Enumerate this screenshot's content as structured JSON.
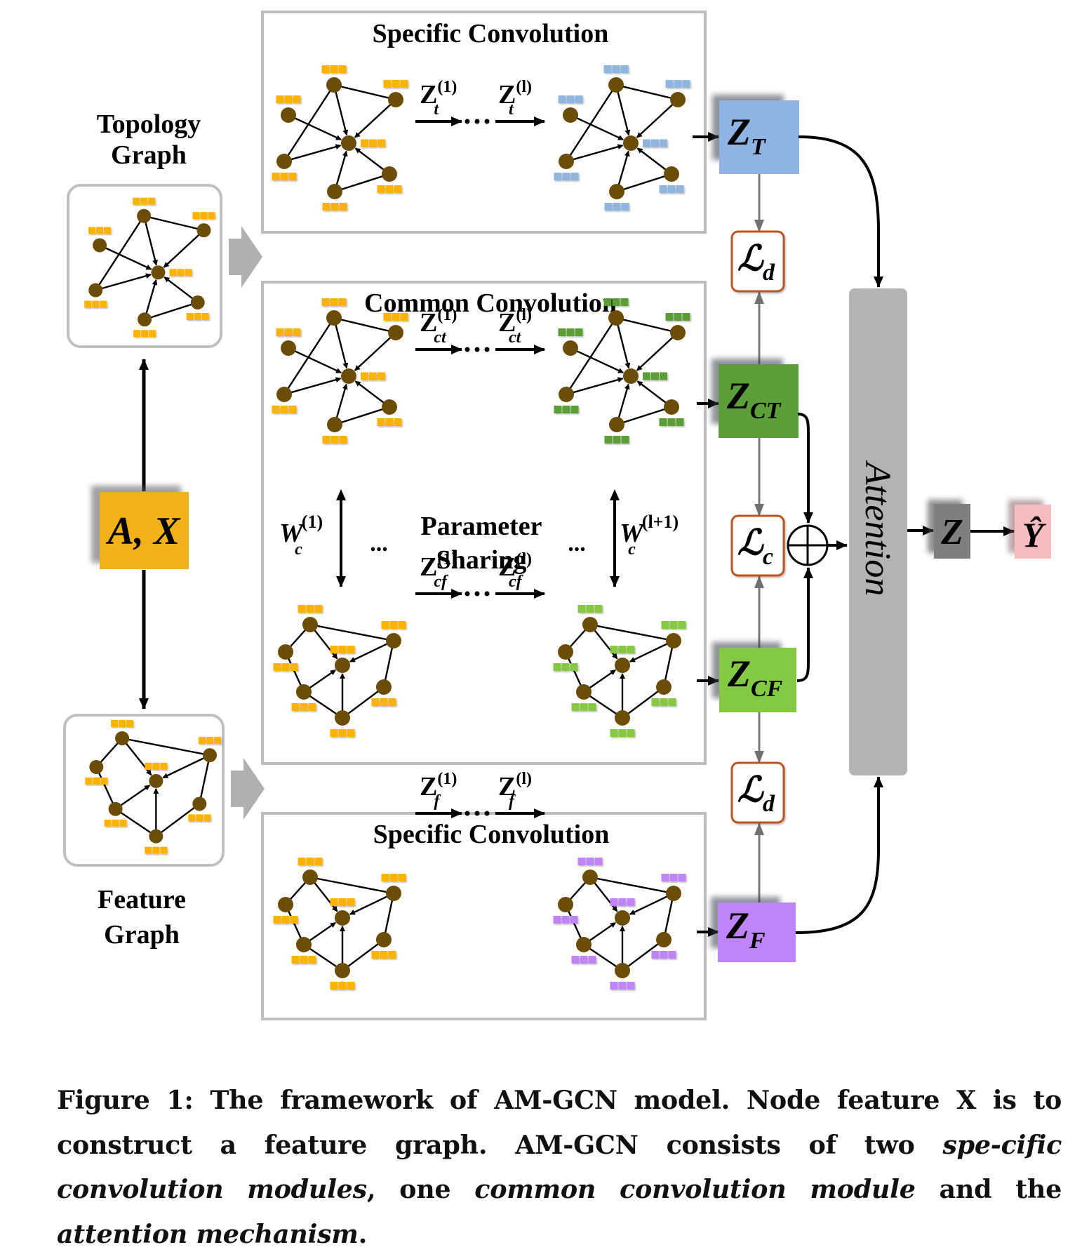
{
  "figure": {
    "inputs": {
      "ax_label": "A, X",
      "topology_graph_label": [
        "Topology",
        "Graph"
      ],
      "feature_graph_label": [
        "Feature",
        "Graph"
      ]
    },
    "modules": {
      "top_specific": {
        "title": "Specific Convolution",
        "layer_first": {
          "base": "Z",
          "sub": "t",
          "sup": "(1)"
        },
        "layer_last": {
          "base": "Z",
          "sub": "t",
          "sup": "(l)"
        },
        "output_feature_color": "#8fb6e0"
      },
      "common": {
        "title": "Common Convolution",
        "topology_branch": {
          "layer_first": {
            "base": "Z",
            "sub": "ct",
            "sup": "(1)"
          },
          "layer_last": {
            "base": "Z",
            "sub": "ct",
            "sup": "(l)"
          },
          "output_feature_color": "#5a9e34"
        },
        "feature_branch": {
          "layer_first": {
            "base": "Z",
            "sub": "cf",
            "sup": "(1)"
          },
          "layer_last": {
            "base": "Z",
            "sub": "cf",
            "sup": "(l)"
          },
          "output_feature_color": "#85c940"
        },
        "sharing_label": [
          "Parameter",
          "Sharing"
        ],
        "weight_first": {
          "base": "W",
          "sub": "c",
          "sup": "(1)"
        },
        "weight_last": {
          "base": "W",
          "sub": "c",
          "sup": "(l+1)"
        },
        "ellipsis": "..."
      },
      "bottom_specific": {
        "title": "Specific Convolution",
        "layer_first": {
          "base": "Z",
          "sub": "f",
          "sup": "(1)"
        },
        "layer_last": {
          "base": "Z",
          "sub": "f",
          "sup": "(l)"
        },
        "output_feature_color": "#c084f7"
      }
    },
    "embeddings": [
      {
        "id": "ZT",
        "base": "Z",
        "sub": "T",
        "color": "#8db4e2"
      },
      {
        "id": "ZCT",
        "base": "Z",
        "sub": "CT",
        "color": "#5c9e38"
      },
      {
        "id": "ZCF",
        "base": "Z",
        "sub": "CF",
        "color": "#82c944"
      },
      {
        "id": "ZF",
        "base": "Z",
        "sub": "F",
        "color": "#bf84f7"
      }
    ],
    "losses": [
      {
        "id": "Ld_top",
        "base": "ℒ",
        "sub": "d"
      },
      {
        "id": "Lc",
        "base": "ℒ",
        "sub": "c"
      },
      {
        "id": "Ld_bottom",
        "base": "ℒ",
        "sub": "d"
      }
    ],
    "combine_symbol": "⊕",
    "attention_label": "Attention",
    "output_z": {
      "base": "Z",
      "color": "#7f7f7f"
    },
    "output_y": {
      "base": "Ŷ",
      "color": "#f6bdc1"
    },
    "input_feature_color": "#ffb300",
    "node_color": "#6b4d08",
    "loss_border_color": "#c0531f",
    "attention_color": "#b3b3b3",
    "ax_color": "#f2b118"
  },
  "caption": {
    "segments": [
      {
        "text": "Figure 1: The framework of AM-GCN model. Node feature X is to construct a feature graph. AM-GCN consists of two ",
        "italic": false
      },
      {
        "text": "spe-cific convolution modules",
        "italic": true
      },
      {
        "text": ", one ",
        "italic": false
      },
      {
        "text": "common convolution module",
        "italic": true
      },
      {
        "text": " and the ",
        "italic": false
      },
      {
        "text": "attention mechanism",
        "italic": true
      },
      {
        "text": ".",
        "italic": false
      }
    ]
  }
}
